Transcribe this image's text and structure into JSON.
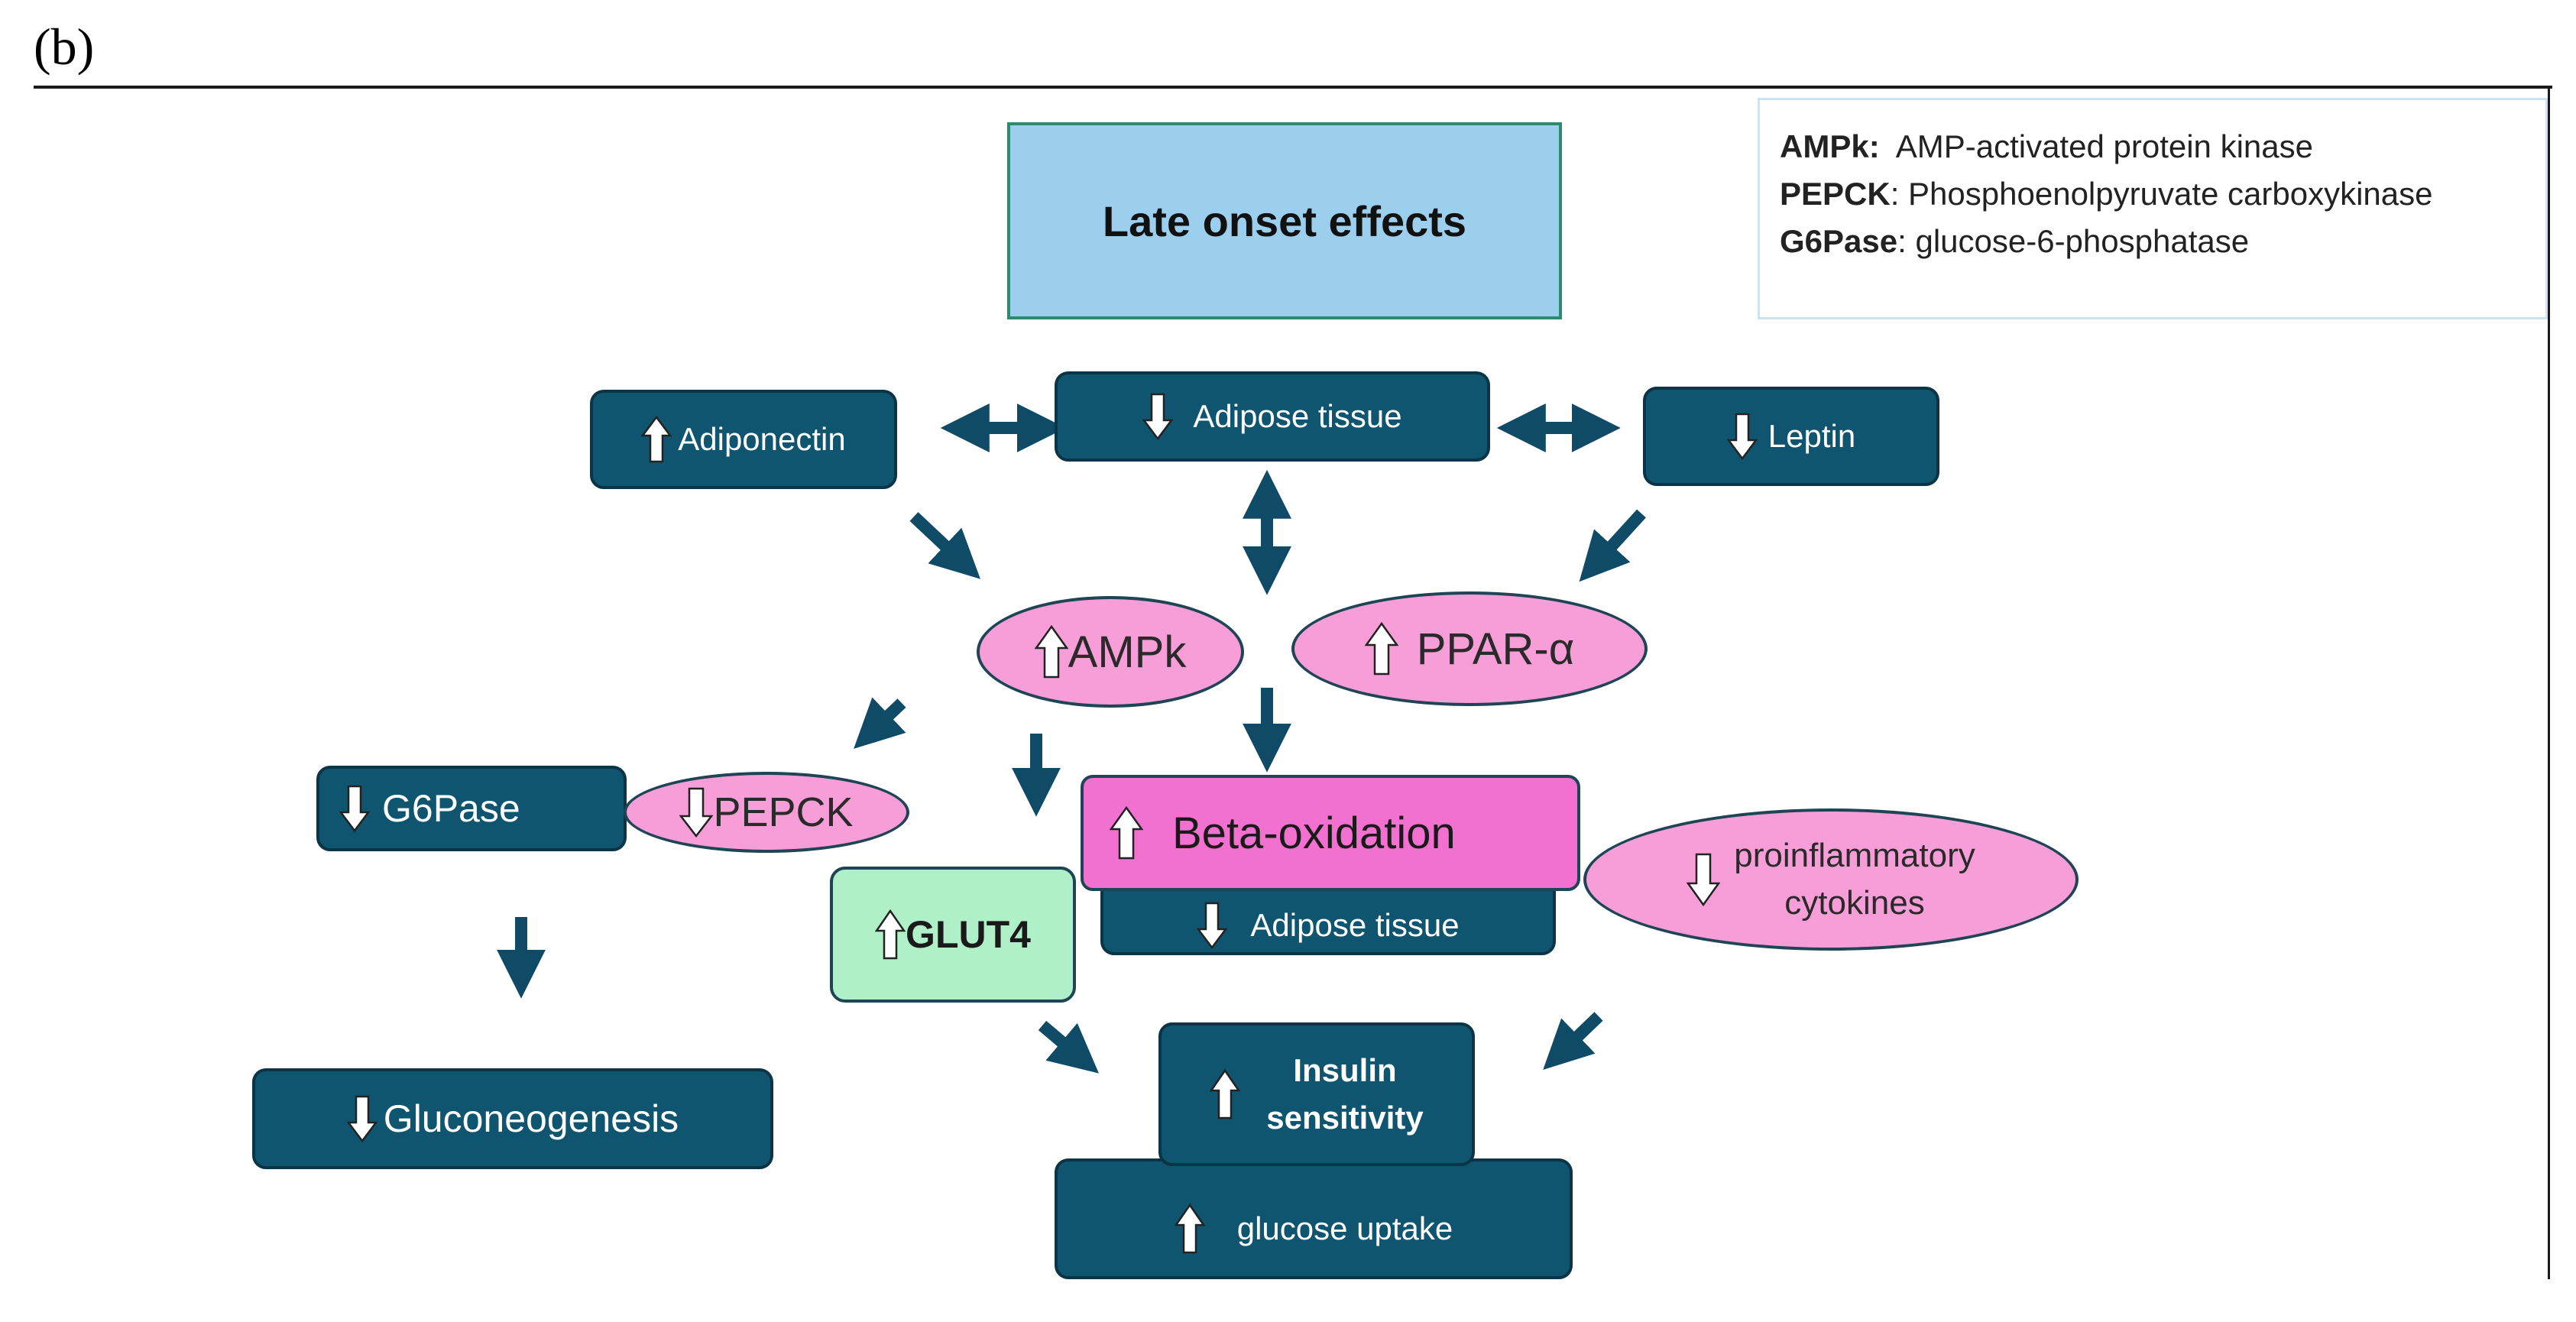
{
  "panel_label": "(b)",
  "title": "Late onset effects",
  "legend": [
    {
      "key": "AMPk:",
      "desc": "AMP-activated protein kinase"
    },
    {
      "key": "PEPCK",
      "desc": ": Phosphoenolpyruvate carboxykinase"
    },
    {
      "key": "G6Pase",
      "desc": ": glucose-6-phosphatase"
    }
  ],
  "nodes": {
    "adiponectin": "Adiponectin",
    "adipose_top": "Adipose tissue",
    "leptin": "Leptin",
    "ampk": "AMPk",
    "ppar": "PPAR-α",
    "g6pase": "G6Pase",
    "pepck": "PEPCK",
    "beta_oxidation": "Beta-oxidation",
    "adipose_mid": "Adipose tissue",
    "proinflammatory_line1": "proinflammatory",
    "proinflammatory_line2": "cytokines",
    "glut4": "GLUT4",
    "gluconeogenesis": "Gluconeogenesis",
    "insulin_line1": "Insulin",
    "insulin_line2": "sensitivity",
    "glucose_uptake": "glucose uptake"
  },
  "directions": {
    "adiponectin": "up",
    "adipose_top": "down",
    "leptin": "down",
    "ampk": "up",
    "ppar": "up",
    "g6pase": "down",
    "pepck": "down",
    "beta_oxidation": "up",
    "adipose_mid": "down",
    "proinflammatory": "down",
    "glut4": "up",
    "gluconeogenesis": "down",
    "insulin_sensitivity": "up",
    "glucose_uptake": "up"
  },
  "colors": {
    "dark_box": "#0f5570",
    "pink_ellipse": "#f79ed8",
    "magenta_box": "#f270cf",
    "green_box": "#b0f0c8",
    "title_box": "#9ccfee",
    "arrow": "#0f4a66"
  }
}
